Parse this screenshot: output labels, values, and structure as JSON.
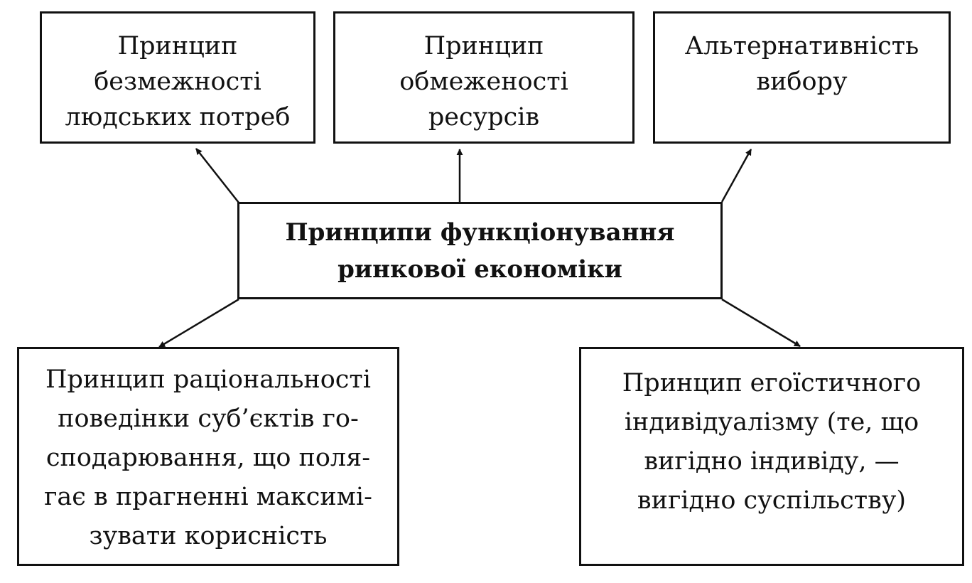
{
  "center": {
    "lines": [
      "Принципи функціонування",
      "ринкової економіки"
    ]
  },
  "top_boxes": [
    {
      "lines": [
        "Принцип",
        "безмежності",
        "людських потреб"
      ]
    },
    {
      "lines": [
        "Принцип",
        "обмеженості",
        "ресурсів"
      ]
    },
    {
      "lines": [
        "Альтернативність",
        "вибору"
      ]
    }
  ],
  "bottom_boxes": [
    {
      "lines": [
        "Принцип раціональності",
        "поведінки суб’єктів го-",
        "сподарювання, що поля-",
        "гає в прагненні максимі-",
        "зувати корисність"
      ]
    },
    {
      "lines": [
        "Принцип егоїстичного",
        "індивідуалізму (те, що",
        "вигідно індивіду, —",
        "вигідно суспільству)"
      ]
    }
  ]
}
